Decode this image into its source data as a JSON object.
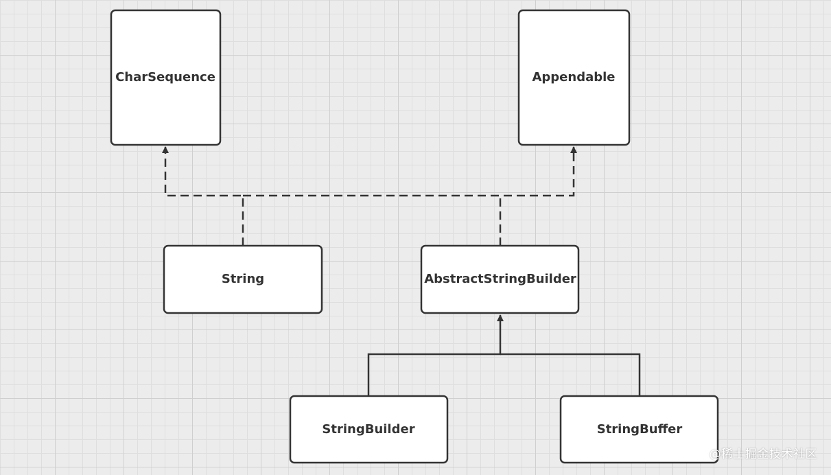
{
  "diagram": {
    "nodes": {
      "charsequence": "CharSequence",
      "appendable": "Appendable",
      "string": "String",
      "abstractstringbuilder": "AbstractStringBuilder",
      "stringbuilder": "StringBuilder",
      "stringbuffer": "StringBuffer"
    }
  },
  "watermark": "@稀土掘金技术社区",
  "colors": {
    "line": "#333333",
    "box_fill": "#ffffff",
    "background": "#ececec",
    "grid": "#d6d6d6"
  }
}
